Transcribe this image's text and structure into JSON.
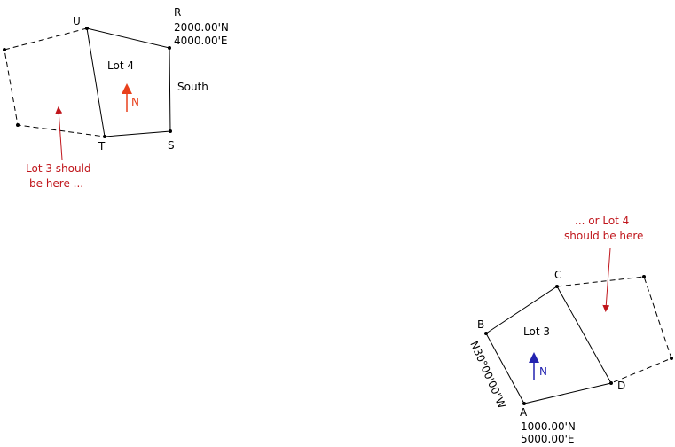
{
  "diagram": {
    "top_group": {
      "vertices": {
        "U": "U",
        "R": "R",
        "S": "S",
        "T": "T"
      },
      "coord_R_north": "2000.00'N",
      "coord_R_east": "4000.00'E",
      "lot_label": "Lot 4",
      "north_label": "N",
      "side_label": "South",
      "note_line1": "Lot 3 should",
      "note_line2": "be here ...",
      "colors": {
        "note": "#c0161c",
        "north_arrow": "#e8401c"
      }
    },
    "bottom_group": {
      "vertices": {
        "A": "A",
        "B": "B",
        "C": "C",
        "D": "D"
      },
      "coord_A_north": "1000.00'N",
      "coord_A_east": "5000.00'E",
      "lot_label": "Lot 3",
      "north_label": "N",
      "bearing_label": "N30°00'00\"W",
      "note_line1": "... or Lot 4",
      "note_line2": "should be here",
      "colors": {
        "note": "#c0161c",
        "north_arrow": "#2323b0"
      }
    }
  }
}
